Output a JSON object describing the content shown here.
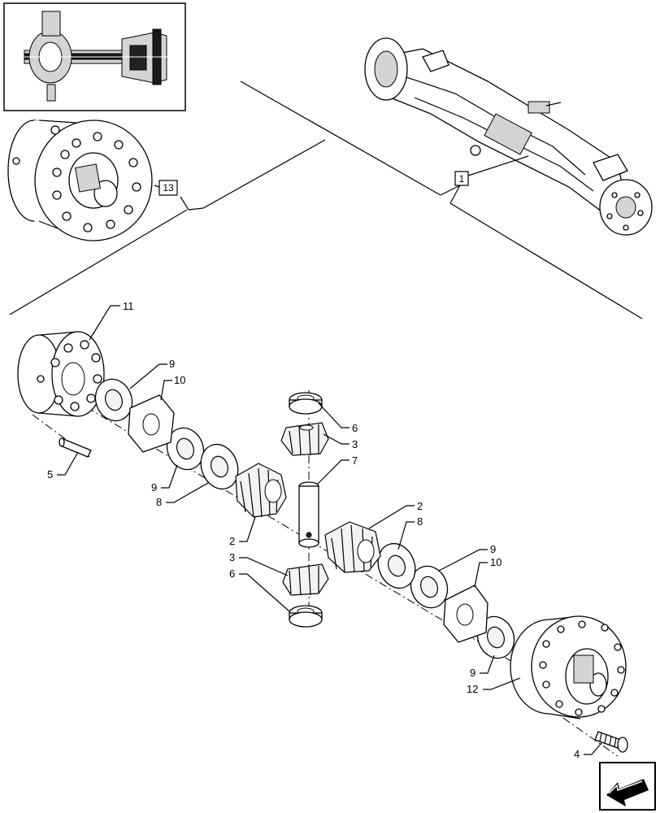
{
  "callouts": {
    "c1": "1",
    "c13": "13",
    "c11": "11",
    "c9a": "9",
    "c10a": "10",
    "c5": "5",
    "c9b": "9",
    "c8a": "8",
    "c6a": "6",
    "c3a": "3",
    "c7": "7",
    "c2a": "2",
    "c8b": "8",
    "c2b": "2",
    "c3b": "3",
    "c6b": "6",
    "c9c": "9",
    "c10b": "10",
    "c9d": "9",
    "c12": "12",
    "c4": "4"
  },
  "icons": {
    "navigation": "arrow-back-icon"
  }
}
